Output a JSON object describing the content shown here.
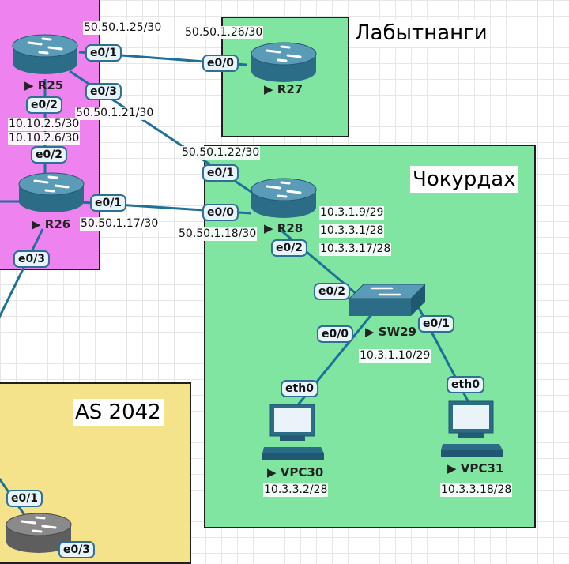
{
  "areas": {
    "labytnangi": {
      "title": "Лабытнанги"
    },
    "chokurdah": {
      "title": "Чокурдах"
    },
    "as2042": {
      "title": "AS 2042"
    }
  },
  "nodes": {
    "r25": "R25",
    "r26": "R26",
    "r27": "R27",
    "r28": "R28",
    "sw29": "SW29",
    "vpc30": "VPC30",
    "vpc31": "VPC31"
  },
  "ports": {
    "r25_e01": "e0/1",
    "r25_e03": "e0/3",
    "r25_e02": "e0/2",
    "r26_e02": "e0/2",
    "r26_e01": "e0/1",
    "r26_e03": "e0/3",
    "r27_e00": "e0/0",
    "r28_e01": "e0/1",
    "r28_e00": "e0/0",
    "r28_e02": "e0/2",
    "sw29_e02": "e0/2",
    "sw29_e00": "e0/0",
    "sw29_e01": "e0/1",
    "vpc30_eth0": "eth0",
    "vpc31_eth0": "eth0",
    "as_e01": "e0/1",
    "as_e03": "e0/3"
  },
  "ips": {
    "r25_e01": "50.50.1.25/30",
    "r27_e00": "50.50.1.26/30",
    "r25_e03": "50.50.1.21/30",
    "r28_e01": "50.50.1.22/30",
    "r25_e02": "10.10.2.5/30",
    "r26_e02": "10.10.2.6/30",
    "r26_e01": "50.50.1.17/30",
    "r28_e00": "50.50.1.18/30",
    "r28_ip1": "10.3.1.9/29",
    "r28_ip2": "10.3.3.1/28",
    "r28_ip3": "10.3.3.17/28",
    "sw29": "10.3.1.10/29",
    "vpc30": "10.3.3.2/28",
    "vpc31": "10.3.3.18/28"
  },
  "colors": {
    "as_pink": "#ee82ee",
    "area_green": "#80e5a0",
    "as2042_yellow": "#f5e38b",
    "link": "#1f6f9b",
    "router_body": "#2b6c87",
    "router_gray": "#6b6b6b"
  }
}
